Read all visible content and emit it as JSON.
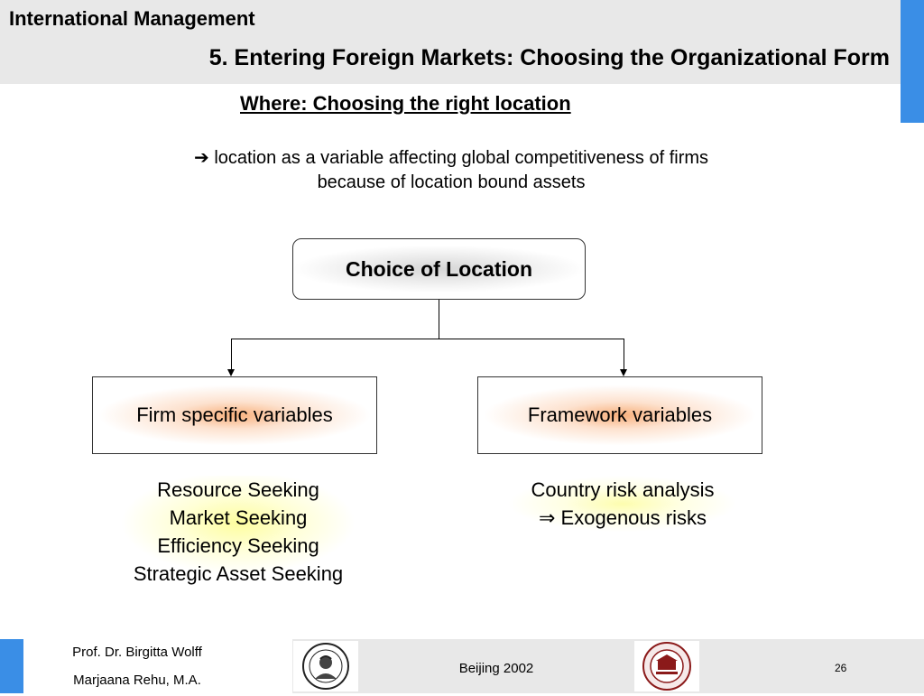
{
  "header": {
    "course_title": "International Management",
    "slide_title": "5. Entering Foreign Markets: Choosing the Organizational Form"
  },
  "subtitle": "Where: Choosing the right location",
  "intro": {
    "arrow_glyph": "➔",
    "line1": "location as a variable affecting global competitiveness of firms",
    "line2": "because of location bound assets"
  },
  "diagram": {
    "root": "Choice of Location",
    "left": {
      "label": "Firm specific variables",
      "items": [
        "Resource Seeking",
        "Market Seeking",
        "Efficiency Seeking",
        "Strategic Asset Seeking"
      ]
    },
    "right": {
      "label": "Framework variables",
      "items": [
        "Country risk analysis",
        "⇒ Exogenous risks"
      ]
    }
  },
  "footer": {
    "author1": "Prof. Dr. Birgitta Wolff",
    "author2": "Marjaana Rehu, M.A.",
    "venue": "Beijing 2002",
    "page": "26"
  },
  "colors": {
    "accent": "#3a8ee6",
    "header_bg": "#e8e8e8",
    "child_glow": "#f8b07c",
    "list_glow": "#fdfd9e"
  }
}
